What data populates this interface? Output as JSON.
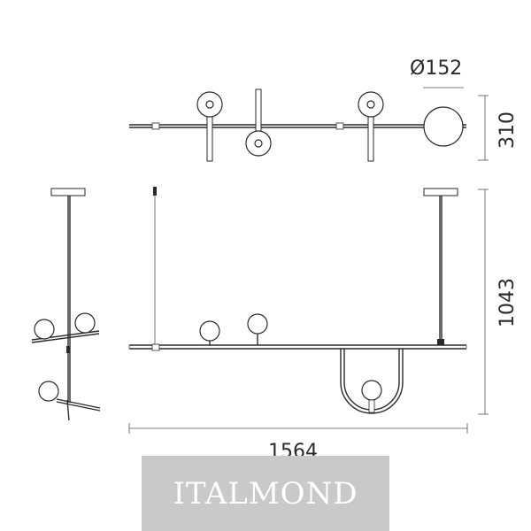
{
  "dimensions": {
    "diameter": "Ø152",
    "depth": "310",
    "height": "1043",
    "width": "1564"
  },
  "watermark": {
    "text": "ITALMOND"
  }
}
